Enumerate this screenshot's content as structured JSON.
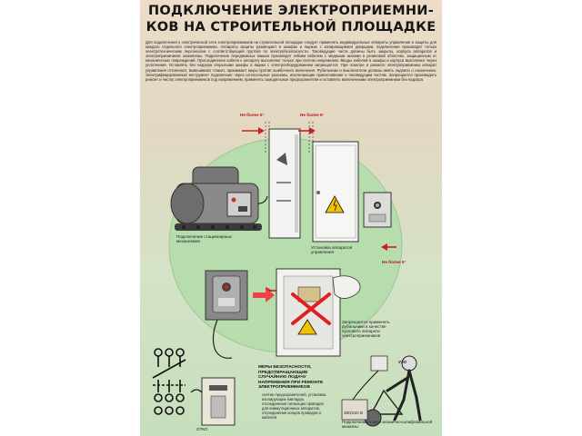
{
  "poster": {
    "title_line1": "ПОДКЛЮЧЕНИЕ ЭЛЕКТРОПРИЕМНИ-",
    "title_line2": "КОВ НА СТРОИТЕЛЬНОЙ ПЛОЩАДКЕ",
    "body_text": "Для подключения к электрической сети электроприемников на строительной площадке следует применять индивидуальные аппараты управления и защиты для каждого отдельного электроприемника. Аппараты защиты размещают в шкафах и ящиках с запирающимися дверцами, подключение производят только электротехническим персоналом с соответствующей группой по электробезопасности. Токоведущие части должны быть закрыты, корпуса аппаратов и электроприемников заземлены. Подключение передвижных машин производят гибким кабелем с медными жилами в резиновой оболочке, защищенным от механических повреждений. Присоединение кабеля к аппарату выполняют только при снятом напряжении. Вводы кабелей в шкафы и корпуса выполняют через уплотнения. Оставлять без надзора открытыми шкафы и ящики с электрооборудованием запрещается. При осмотре и ремонте электроприемника аппарат управления отключают, вывешивают плакат, принимают меры против ошибочного включения. Рубильники и выключатели должны иметь надписи о назначении. Электрифицированный инструмент подключают через штепсельные разъемы, исключающие прикосновение к токоведущим частям. Запрещается производить ремонт и чистку электроприемников под напряжением, применять самодельные предохранители и оставлять включенными электроприемники без надзора.",
    "labels": {
      "no_more_left": "Не более 5°",
      "no_more_mid": "Не более 5°",
      "no_more_right": "Не более 5°",
      "connect_stationary": "Подключение стационарных механизмов",
      "install_apparatus": "Установка аппаратов управления",
      "forbidden_switches": "Запрещается применять рубильники в качестве пускового аппарата электроприемников",
      "safety_title": "МЕРЫ БЕЗОПАСНОСТИ, ПРЕДОТВРАЩАЮЩИЕ СЛУЧАЙНУЮ ПОДАЧУ НАПРЯЖЕНИЯ ПРИ РЕМОНТЕ ЭЛЕКТРОПРИЕМНИКОВ",
      "safety_text": "снятие предохранителей, установка изолирующих накладок, отсоединение питающих проводов для коммутационных аппаратов, отсоединение концов проводов и кабелей",
      "connect_mobile": "Подключение к сети мозаично-шлифовальной машины",
      "v380": "380/220 В",
      "uzo": "УЗО",
      "stop": "ОТКЛ"
    }
  }
}
